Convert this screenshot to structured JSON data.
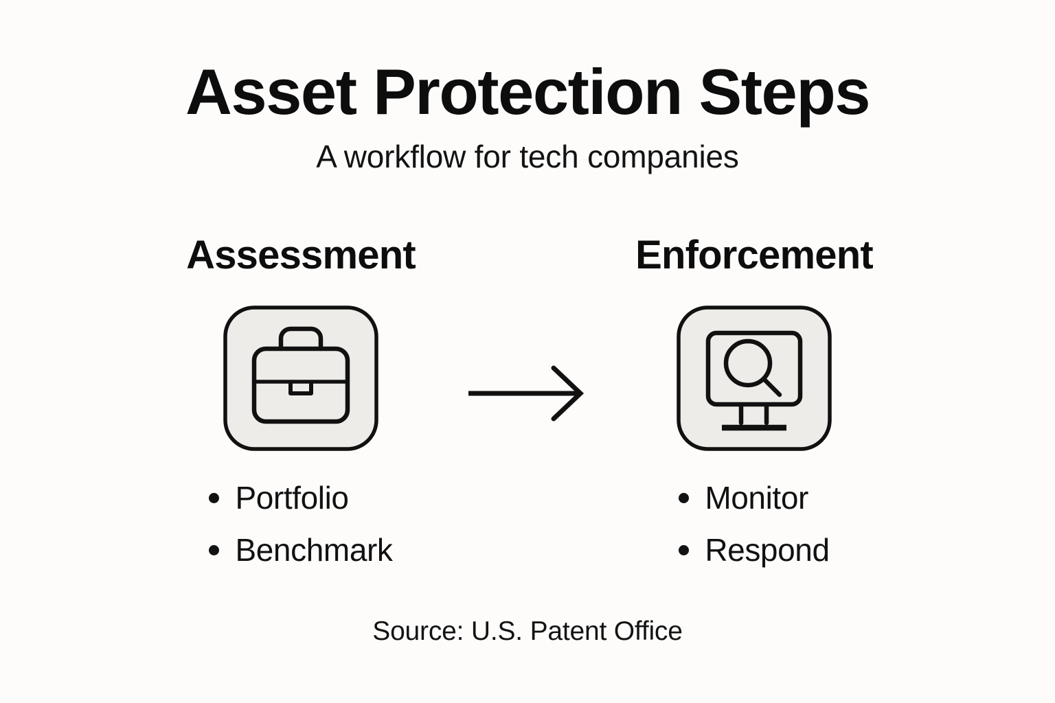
{
  "header": {
    "title": "Asset Protection Steps",
    "subtitle": "A workflow for tech companies"
  },
  "colors": {
    "background": "#fdfcfb",
    "tile_fill": "#eeece8",
    "stroke": "#111111",
    "text": "#111111"
  },
  "steps": [
    {
      "heading": "Assessment",
      "icon": "briefcase-icon",
      "bullets": [
        {
          "label": "Portfolio"
        },
        {
          "label": "Benchmark"
        }
      ]
    },
    {
      "heading": "Enforcement",
      "icon": "monitor-search-icon",
      "bullets": [
        {
          "label": "Monitor"
        },
        {
          "label": "Respond"
        }
      ]
    }
  ],
  "connector": {
    "icon": "arrow-right-icon"
  },
  "footer": {
    "source": "Source: U.S. Patent Office"
  }
}
